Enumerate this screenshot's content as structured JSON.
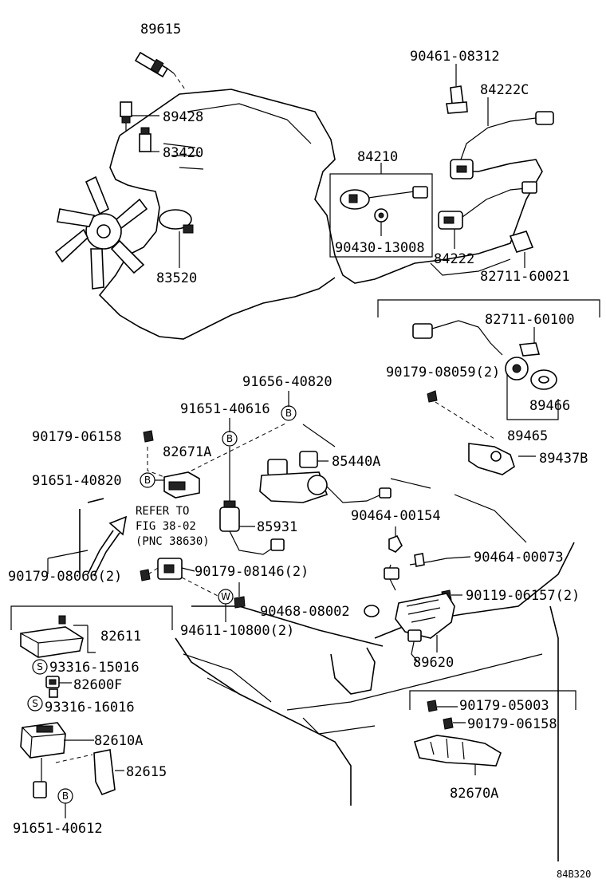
{
  "labels": {
    "p89615": "89615",
    "p89428": "89428",
    "p83420": "83420",
    "p83520": "83520",
    "p90461": "90461-08312",
    "p84222c": "84222C",
    "p84210": "84210",
    "p90430": "90430-13008",
    "p84222": "84222",
    "p82711a": "82711-60021",
    "p82711b": "82711-60100",
    "p90179_08059": "90179-08059(2)",
    "p89466": "89466",
    "p89465": "89465",
    "p89437b": "89437B",
    "p91656": "91656-40820",
    "p91651_40616": "91651-40616",
    "p90179_06158a": "90179-06158",
    "p82671a": "82671A",
    "p85440a": "85440A",
    "p91651_40820": "91651-40820",
    "refer1": "REFER TO",
    "refer2": "FIG 38-02",
    "refer3": "(PNC 38630)",
    "p85931": "85931",
    "p90464_00154": "90464-00154",
    "p90464_00073": "90464-00073",
    "p90179_08066": "90179-08066(2)",
    "p90179_08146": "90179-08146(2)",
    "p90119": "90119-06157(2)",
    "p90468": "90468-08002",
    "p94611": "94611-10800(2)",
    "p82611": "82611",
    "p93316_15016": "93316-15016",
    "p82600f": "82600F",
    "p93316_16016": "93316-16016",
    "p82610a": "82610A",
    "p82615": "82615",
    "p91651_40612": "91651-40612",
    "p89620": "89620",
    "p90179_05003": "90179-05003",
    "p90179_06158b": "90179-06158",
    "p82670a": "82670A",
    "fig_code": "84B320"
  },
  "circle_marks": {
    "b": "B",
    "s": "S",
    "w": "W"
  },
  "icons": [
    "fan-icon",
    "sensor-icon",
    "switch-icon",
    "bolt-icon",
    "relay-icon",
    "arrow-icon"
  ]
}
